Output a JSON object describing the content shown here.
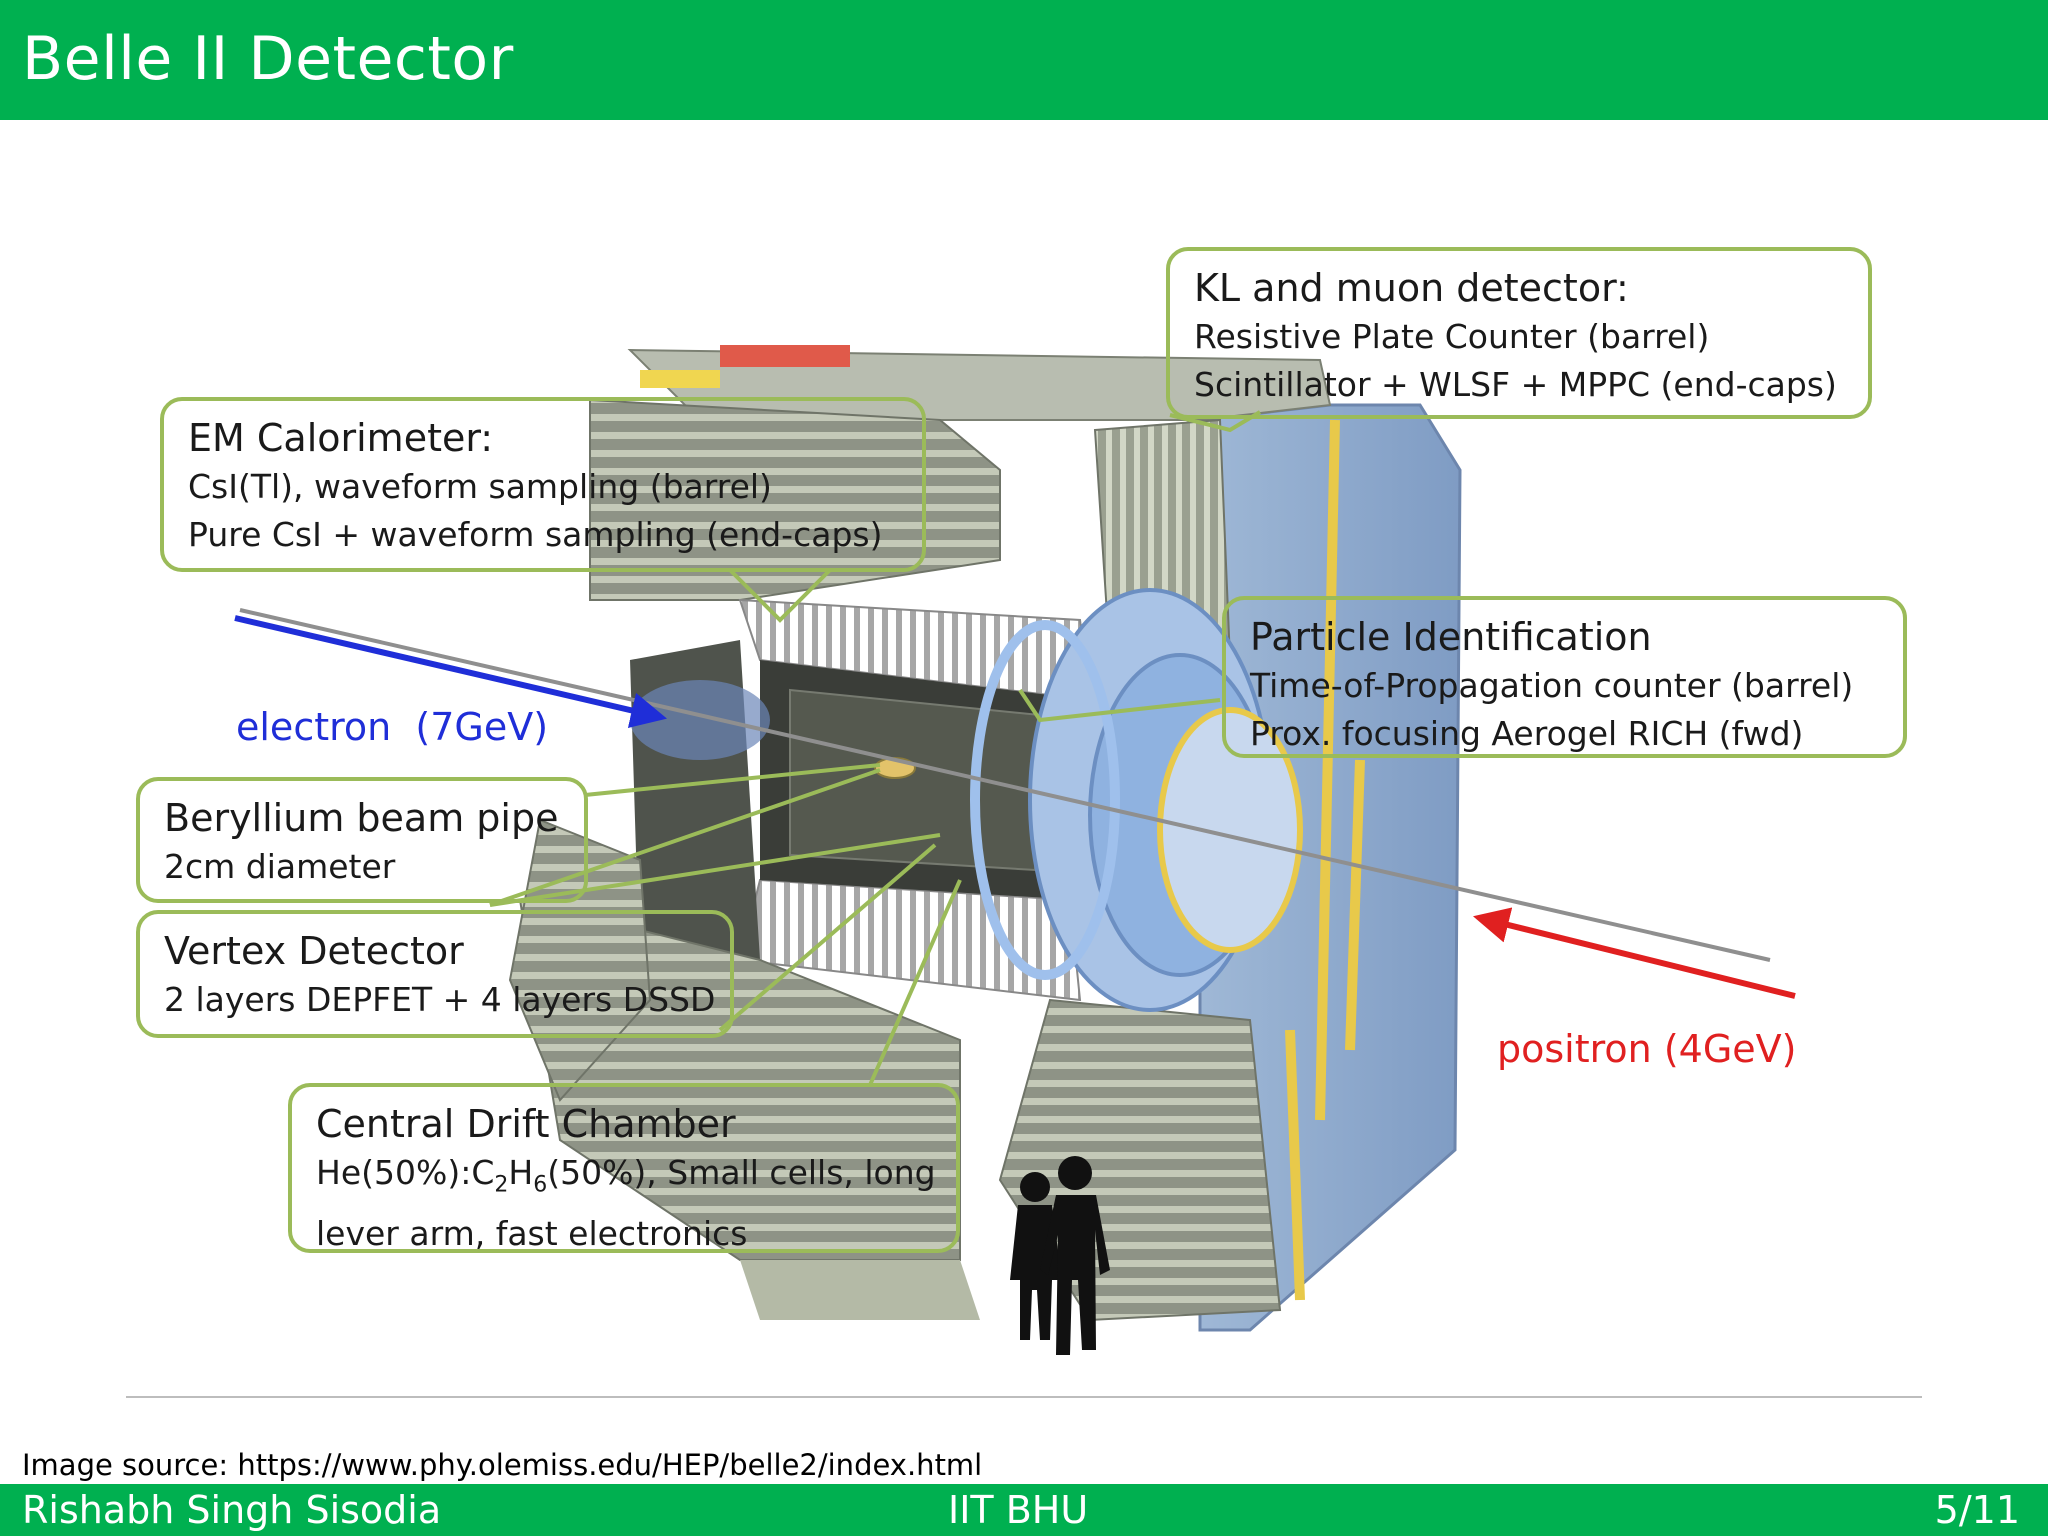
{
  "slide": {
    "title": "Belle II Detector",
    "image_source": "Image source: https://www.phy.olemiss.edu/HEP/belle2/index.html",
    "footer": {
      "author": "Rishabh Singh Sisodia",
      "institution": "IIT BHU",
      "page": "5/11"
    }
  },
  "colors": {
    "header_green": "#00b050",
    "callout_border": "#9bbb59",
    "electron": "#1f2ed8",
    "positron": "#e02020"
  },
  "beams": {
    "electron": "electron  (7GeV)",
    "positron": "positron (4GeV)"
  },
  "callouts": {
    "kl": {
      "title": "KL and muon detector:",
      "lines": [
        "Resistive Plate Counter (barrel)",
        "Scintillator + WLSF + MPPC (end-caps)"
      ]
    },
    "em": {
      "title": "EM Calorimeter:",
      "lines": [
        "CsI(Tl), waveform sampling (barrel)",
        "Pure CsI + waveform sampling (end-caps)"
      ]
    },
    "pid": {
      "title": "Particle Identification",
      "lines": [
        "Time-of-Propagation counter (barrel)",
        "Prox. focusing Aerogel RICH (fwd)"
      ]
    },
    "beampipe": {
      "title": "Beryllium beam pipe",
      "lines": [
        "2cm diameter"
      ]
    },
    "vertex": {
      "title": "Vertex Detector",
      "lines": [
        "2 layers DEPFET + 4 layers DSSD"
      ]
    },
    "cdc": {
      "title": "Central Drift Chamber",
      "lines": [
        "He(50%):C2H6(50%), Small cells, long",
        "lever arm,  fast electronics"
      ]
    }
  }
}
